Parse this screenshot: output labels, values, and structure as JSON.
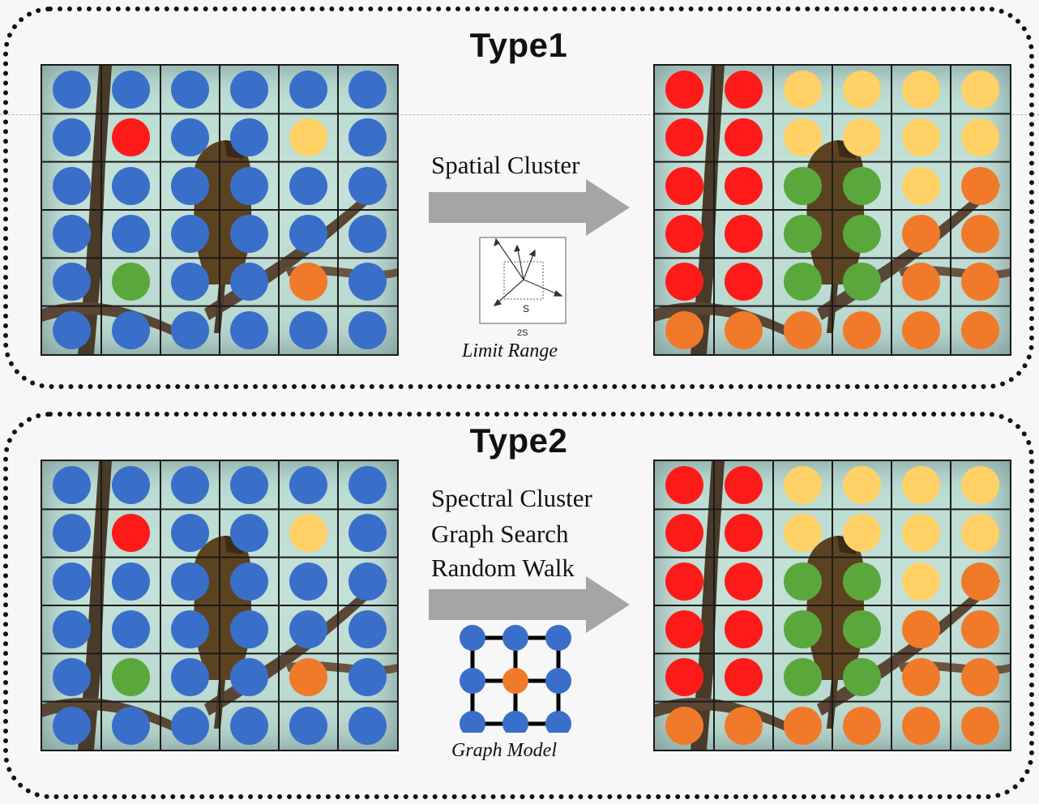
{
  "panels": [
    {
      "title": "Type1",
      "methods": [
        "Spatial Cluster"
      ],
      "icon_caption": "Limit Range",
      "icon_labels": {
        "inner": "S",
        "outer": "2S"
      }
    },
    {
      "title": "Type2",
      "methods": [
        "Spectral Cluster",
        "Graph Search",
        "Random Walk"
      ],
      "icon_caption": "Graph Model"
    }
  ],
  "colors": {
    "blue": "#3a6fc9",
    "red": "#ff1a1a",
    "yellow": "#ffd166",
    "green": "#5aa83c",
    "orange": "#f07a2a",
    "arrow": "#a5a5a5"
  },
  "input_grid": [
    [
      "blue",
      "blue",
      "blue",
      "blue",
      "blue",
      "blue"
    ],
    [
      "blue",
      "red",
      "blue",
      "blue",
      "yellow",
      "blue"
    ],
    [
      "blue",
      "blue",
      "blue",
      "blue",
      "blue",
      "blue"
    ],
    [
      "blue",
      "blue",
      "blue",
      "blue",
      "blue",
      "blue"
    ],
    [
      "blue",
      "green",
      "blue",
      "blue",
      "orange",
      "blue"
    ],
    [
      "blue",
      "blue",
      "blue",
      "blue",
      "blue",
      "blue"
    ]
  ],
  "output_grid": [
    [
      "red",
      "red",
      "yellow",
      "yellow",
      "yellow",
      "yellow"
    ],
    [
      "red",
      "red",
      "yellow",
      "yellow",
      "yellow",
      "yellow"
    ],
    [
      "red",
      "red",
      "green",
      "green",
      "yellow",
      "orange"
    ],
    [
      "red",
      "red",
      "green",
      "green",
      "orange",
      "orange"
    ],
    [
      "red",
      "red",
      "green",
      "green",
      "orange",
      "orange"
    ],
    [
      "orange",
      "orange",
      "orange",
      "orange",
      "orange",
      "orange"
    ]
  ],
  "graph_model": {
    "grid": [
      [
        "blue",
        "blue",
        "blue"
      ],
      [
        "blue",
        "orange",
        "blue"
      ],
      [
        "blue",
        "blue",
        "blue"
      ]
    ]
  }
}
